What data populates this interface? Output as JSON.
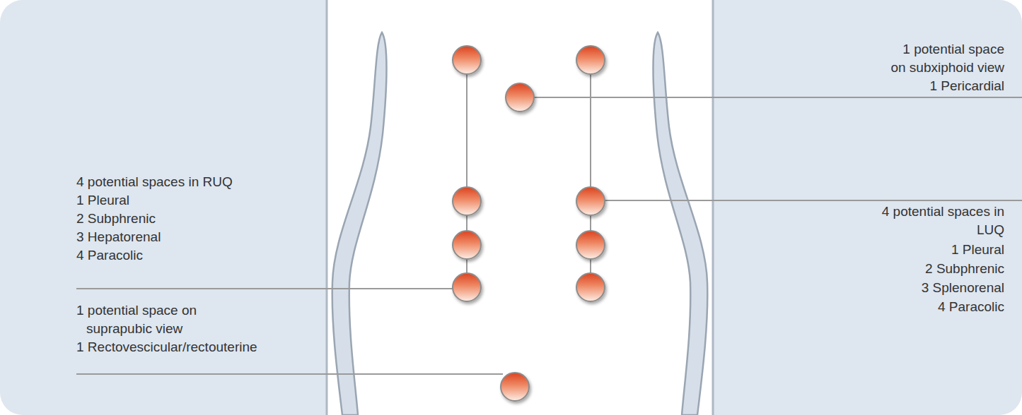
{
  "diagram": {
    "labels": [
      "1 potential space on subxiphoid view",
      "1 Pericardial",
      "4 potential spaces in RUQ",
      "1 Pleural",
      "2 Subphrenic",
      "3 Hepatorenal",
      "4 Paracolic",
      "4 potential spaces in LUQ",
      "1 Pleural",
      "2 Subphrenic",
      "3 Splenorenal",
      "4 Paracolic",
      "1 potential space on suprapubic view",
      "1 Rectovescicular/rectouterine"
    ]
  }
}
